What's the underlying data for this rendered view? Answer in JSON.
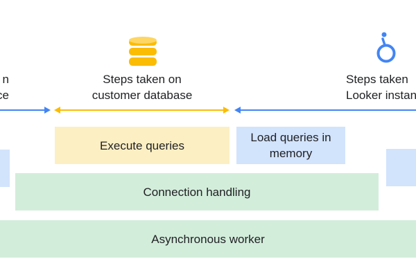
{
  "left_column": {
    "heading_line1": "n",
    "heading_line2": "ce"
  },
  "center_column": {
    "icon": "database-icon",
    "heading_line1": "Steps taken on",
    "heading_line2": "customer database"
  },
  "right_column": {
    "icon": "looker-logo-icon",
    "heading_line1": "Steps taken",
    "heading_line2": "Looker instan"
  },
  "boxes": {
    "execute_queries": "Execute queries",
    "load_queries": "Load queries in memory",
    "connection_handling": "Connection handling",
    "async_worker": "Asynchronous worker"
  },
  "colors": {
    "arrow_blue": "#4285f4",
    "arrow_yellow": "#fbbc04",
    "db_yellow": "#fbbc04",
    "looker_blue": "#4285f4",
    "box_yellow": "#fcefc3",
    "box_blue": "#d2e3fc",
    "box_green": "#d3eddb"
  }
}
